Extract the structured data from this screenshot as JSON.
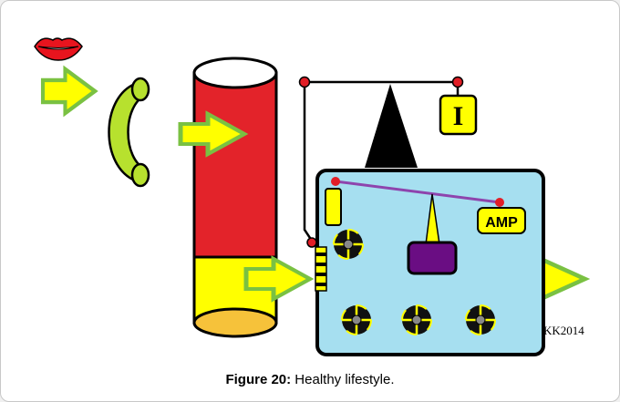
{
  "figure": {
    "caption_label": "Figure 20:",
    "caption_text": " Healthy lifestyle.",
    "indicator_label": "I",
    "amp_label": "AMP",
    "signature": "KK2014"
  },
  "colors": {
    "cylinder_red": "#e3232a",
    "cylinder_yellow": "#ffff00",
    "sediment": "#f6c23a",
    "lips": "#e8141e",
    "arrow_fill": "#ffff00",
    "arrow_outline": "#7ac142",
    "pipe_green": "#b7e12e",
    "box_fill": "#a6dff0",
    "lever_purple": "#8e44ad",
    "display_purple": "#6a0d83",
    "pivot_red": "#e21e26"
  }
}
